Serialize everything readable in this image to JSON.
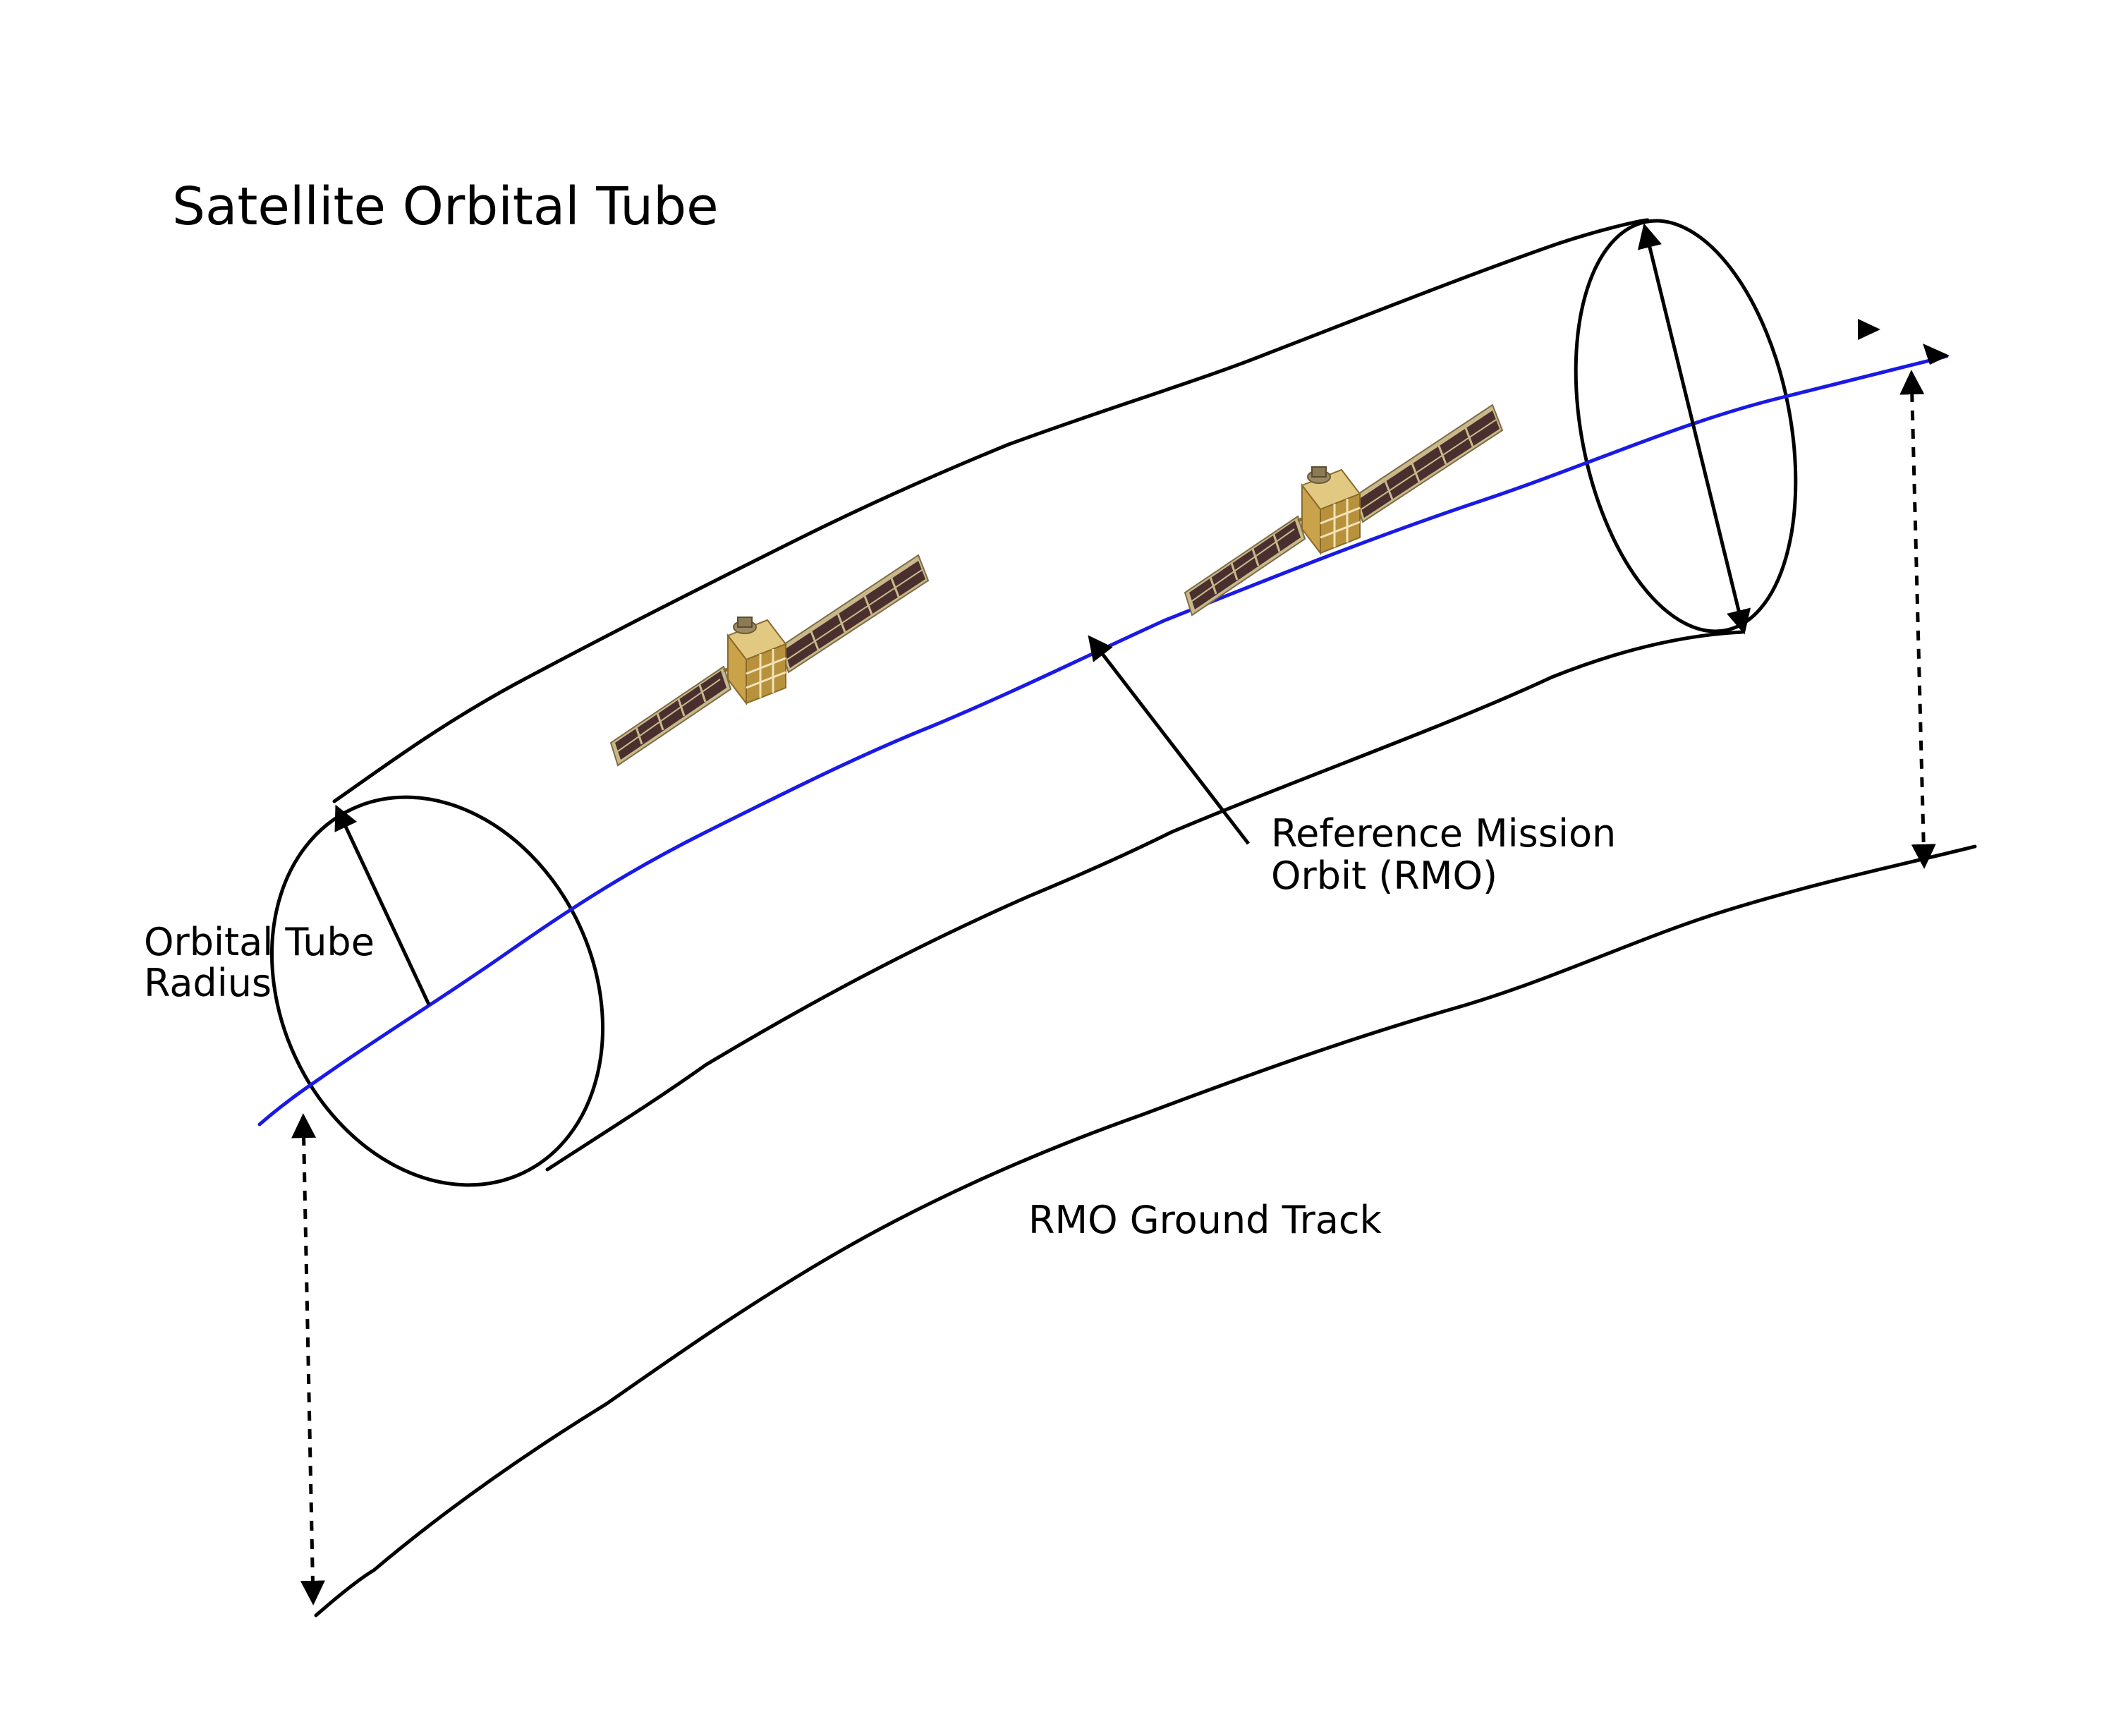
{
  "title": "Satellite Orbital Tube",
  "labels": {
    "radius": [
      "Orbital Tube",
      "Radius"
    ],
    "rmo": [
      "Reference Mission",
      "Orbit (RMO)"
    ],
    "ground_track": "RMO Ground Track"
  },
  "colors": {
    "outline": "#000000",
    "orbit": "#1a1ae6",
    "panel": "#4a2f2f",
    "panel_frame": "#c9b98a",
    "body_gold": "#c9a24a",
    "body_gold_light": "#e2c982",
    "body_shadow": "#8a6a2a"
  },
  "icons": {
    "satellite": "satellite-icon"
  }
}
